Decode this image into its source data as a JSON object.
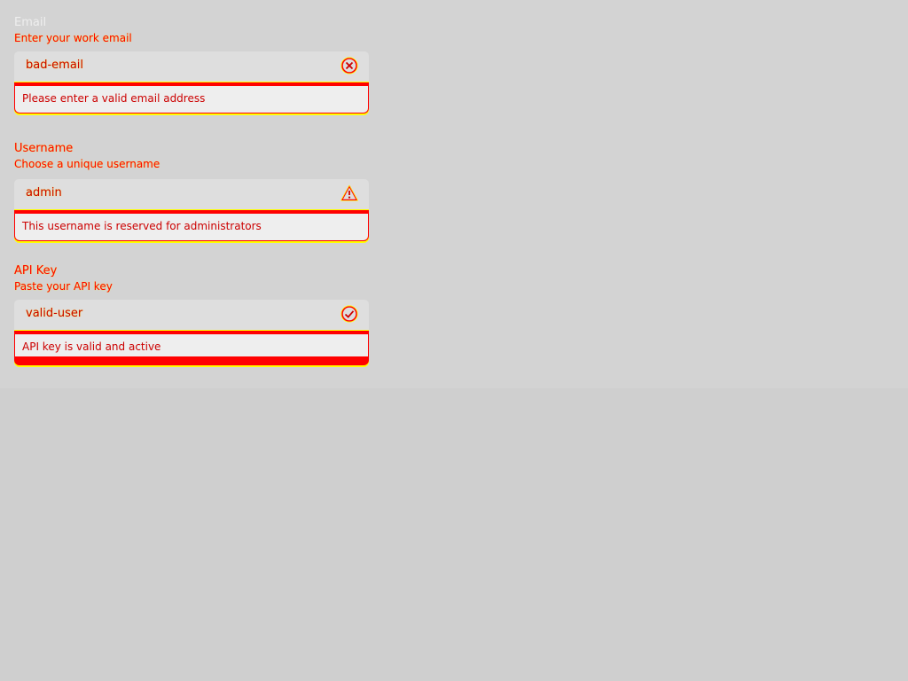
{
  "fields": {
    "email": {
      "label": "Email",
      "hint": "Enter your work email",
      "value": "bad-email",
      "message": "Please enter a valid email address",
      "status": "error",
      "icon": "error-icon"
    },
    "username": {
      "label": "Username",
      "hint": "Choose a unique username",
      "value": "admin",
      "message": "This username is reserved for administrators",
      "status": "warning",
      "icon": "warning-icon"
    },
    "api_key": {
      "label": "API Key",
      "hint": "Paste your API key",
      "value": "valid-user",
      "message": "API key is valid and active",
      "status": "success",
      "icon": "check-icon"
    }
  },
  "colors": {
    "accent": "#ff0000",
    "highlight": "#ffff00",
    "panel": "#d3d3d3",
    "input": "#dedede",
    "message_bg": "#eeeeee"
  }
}
